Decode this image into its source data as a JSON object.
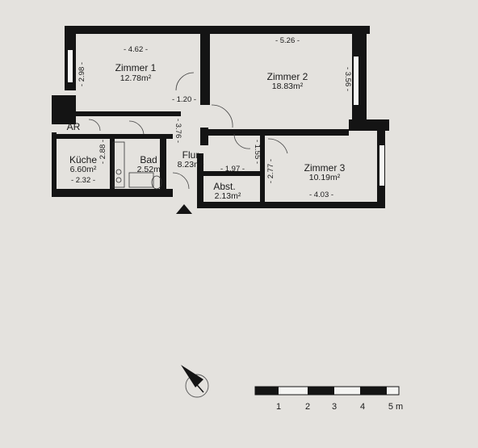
{
  "rooms": {
    "zimmer1": {
      "name": "Zimmer 1",
      "area": "12.78m²",
      "width": "- 4.62 -",
      "depth": "- 2.98 -"
    },
    "zimmer2": {
      "name": "Zimmer 2",
      "area": "18.83m²",
      "width": "- 5.26 -",
      "depth": "- 3.56 -"
    },
    "zimmer3": {
      "name": "Zimmer 3",
      "area": "10.19m²",
      "width": "- 4.03 -",
      "depth": "- 2.77 -"
    },
    "kueche": {
      "name": "Küche",
      "area": "6.60m²",
      "width": "- 2.32 -",
      "depth": "- 2.88 -"
    },
    "bad": {
      "name": "Bad",
      "area": "2.52m²"
    },
    "flur": {
      "name": "Flur",
      "area": "8.23m²",
      "depth": "- 3.76 -",
      "passage": "- 1.20 -"
    },
    "abst": {
      "name": "Abst.",
      "area": "2.13m²",
      "width": "- 1.97 -",
      "depth": "- 1.55 -"
    },
    "ar": {
      "name": "AR"
    }
  },
  "icons": {
    "entrance": "entrance-triangle-icon",
    "north": "north-arrow-icon"
  },
  "scale": {
    "labels": [
      "1",
      "2",
      "3",
      "4",
      "5 m"
    ]
  },
  "colors": {
    "wall": "#141414",
    "paper": "#e4e2de",
    "window": "#f6f6f4"
  }
}
